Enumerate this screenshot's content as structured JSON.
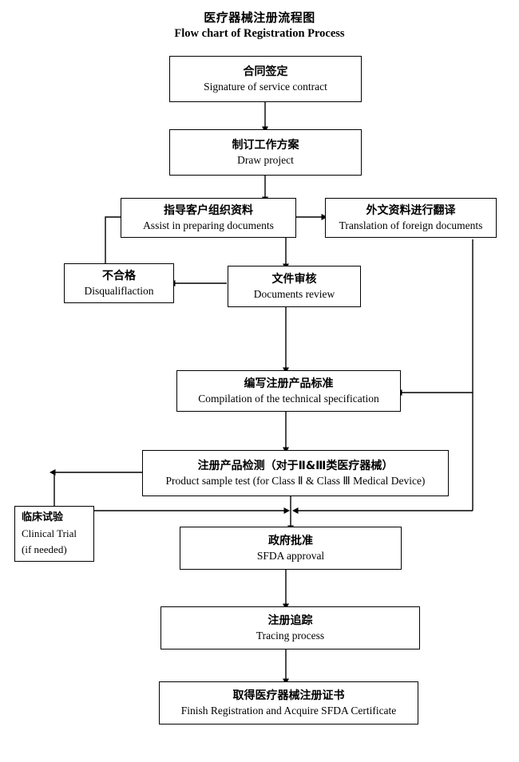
{
  "title": {
    "cn": "医疗器械注册流程图",
    "en": "Flow chart of Registration Process"
  },
  "chart_data": {
    "type": "diagram",
    "diagram_kind": "flowchart",
    "orientation": "top-to-bottom",
    "title_cn": "医疗器械注册流程图",
    "title_en": "Flow chart of Registration Process",
    "nodes": [
      {
        "id": "contract",
        "cn": "合同签定",
        "en": "Signature of service contract"
      },
      {
        "id": "project",
        "cn": "制订工作方案",
        "en": "Draw project"
      },
      {
        "id": "assist",
        "cn": "指导客户组织资料",
        "en": "Assist in preparing documents"
      },
      {
        "id": "translation",
        "cn": "外文资料进行翻译",
        "en": "Translation of foreign documents"
      },
      {
        "id": "disqualify",
        "cn": "不合格",
        "en": "Disqualiflaction"
      },
      {
        "id": "review",
        "cn": "文件审核",
        "en": "Documents review"
      },
      {
        "id": "compilation",
        "cn": "编写注册产品标准",
        "en": "Compilation of the technical specification"
      },
      {
        "id": "sampletest",
        "cn": "注册产品检测（对于Ⅱ&Ⅲ类医疗器械）",
        "en": "Product sample test (for Class  Ⅱ & Class  Ⅲ  Medical Device)"
      },
      {
        "id": "clinical",
        "cn": "临床试验",
        "en": "Clinical Trial",
        "note": "(if needed)"
      },
      {
        "id": "approval",
        "cn": "政府批准",
        "en": "SFDA approval"
      },
      {
        "id": "tracing",
        "cn": "注册追踪",
        "en": "Tracing process"
      },
      {
        "id": "finish",
        "cn": "取得医疗器械注册证书",
        "en": "Finish Registration and Acquire SFDA Certificate"
      }
    ],
    "edges": [
      {
        "from": "contract",
        "to": "project",
        "style": "arrow-down"
      },
      {
        "from": "project",
        "to": "assist",
        "style": "arrow-down"
      },
      {
        "from": "assist",
        "to": "translation",
        "style": "arrow-right"
      },
      {
        "from": "assist",
        "to": "review",
        "style": "arrow-down"
      },
      {
        "from": "review",
        "to": "disqualify",
        "style": "arrow-left"
      },
      {
        "from": "disqualify",
        "to": "assist",
        "style": "feedback-loop-left"
      },
      {
        "from": "review",
        "to": "compilation",
        "style": "arrow-down"
      },
      {
        "from": "translation",
        "to": "compilation",
        "style": "arrow-left-from-right-bus"
      },
      {
        "from": "compilation",
        "to": "sampletest",
        "style": "arrow-down"
      },
      {
        "from": "sampletest",
        "to": "clinical",
        "style": "arrow-left-loop"
      },
      {
        "from": "clinical",
        "to": "approval",
        "style": "join-right-arrow"
      },
      {
        "from": "translation",
        "to": "approval",
        "style": "right-bus-join-arrow"
      },
      {
        "from": "sampletest",
        "to": "approval",
        "style": "arrow-down"
      },
      {
        "from": "approval",
        "to": "tracing",
        "style": "arrow-down"
      },
      {
        "from": "tracing",
        "to": "finish",
        "style": "arrow-down"
      }
    ],
    "colors": {
      "stroke": "#000000",
      "fill": "#ffffff",
      "text": "#000000"
    }
  },
  "nodes": {
    "contract": {
      "cn": "合同签定",
      "en": "Signature of service contract"
    },
    "project": {
      "cn": "制订工作方案",
      "en": "Draw project"
    },
    "assist": {
      "cn": "指导客户组织资料",
      "en": "Assist in preparing documents"
    },
    "translation": {
      "cn": "外文资料进行翻译",
      "en": "Translation of foreign documents"
    },
    "disqualify": {
      "cn": "不合格",
      "en": "Disqualiflaction"
    },
    "review": {
      "cn": "文件审核",
      "en": "Documents review"
    },
    "compilation": {
      "cn": "编写注册产品标准",
      "en": "Compilation of the technical specification"
    },
    "sampletest": {
      "cn": "注册产品检测（对于Ⅱ&Ⅲ类医疗器械）",
      "en": "Product sample test (for Class  Ⅱ & Class  Ⅲ  Medical Device)"
    },
    "clinical": {
      "cn": "临床试验",
      "en": "Clinical Trial",
      "note": "(if needed)"
    },
    "approval": {
      "cn": "政府批准",
      "en": "SFDA approval"
    },
    "tracing": {
      "cn": "注册追踪",
      "en": "Tracing process"
    },
    "finish": {
      "cn": "取得医疗器械注册证书",
      "en": "Finish Registration and Acquire SFDA Certificate"
    }
  }
}
